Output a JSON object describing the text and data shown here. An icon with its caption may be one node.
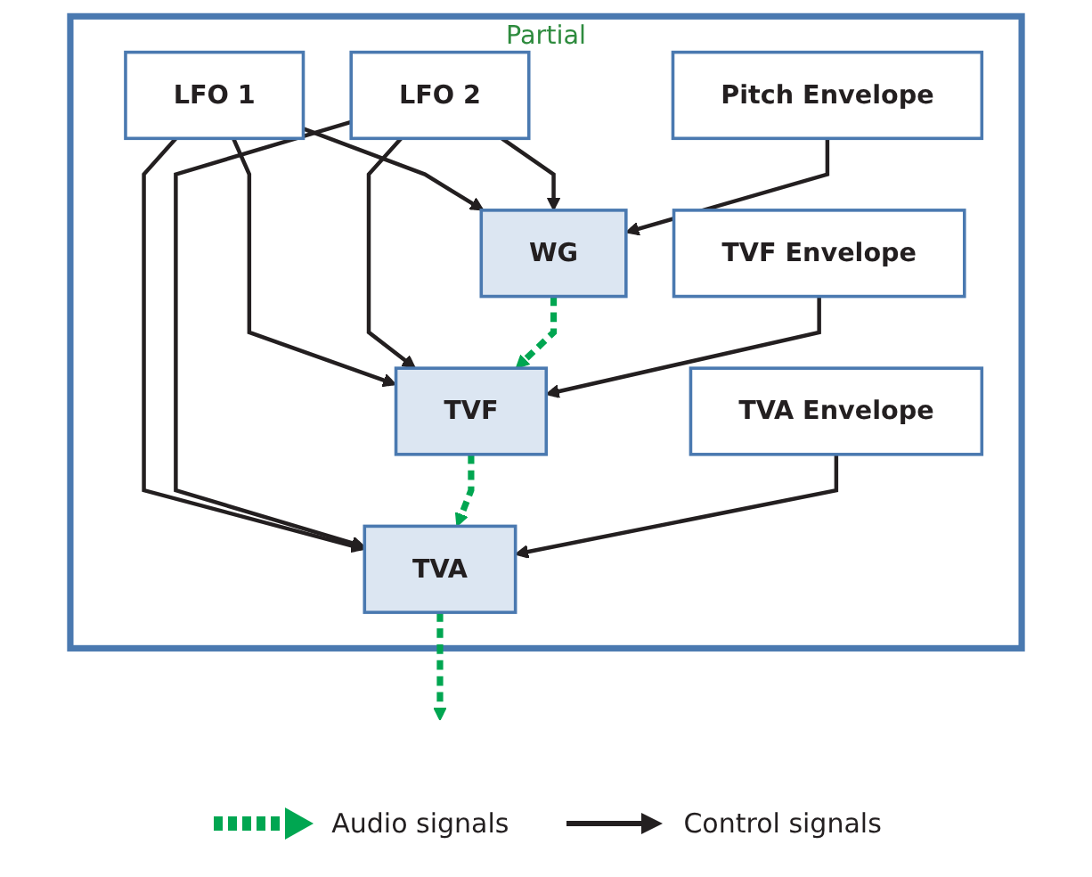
{
  "diagram": {
    "nodes": [
      {
        "text": [
          "Partial"
        ]
      },
      {
        "text": [
          "LFO 1"
        ],
        "in": 0
      },
      {
        "text": [
          "LFO 2"
        ],
        "in": 0
      },
      {
        "text": [
          "WG"
        ],
        "in": 0
      },
      {
        "text": [
          "TVF"
        ],
        "in": 0
      },
      {
        "text": [
          "TVA"
        ],
        "in": 0
      },
      {
        "text": [
          "Pitch Envelope"
        ],
        "in": 0
      },
      {
        "text": [
          "TVF Envelope"
        ],
        "in": 0
      },
      {
        "text": [
          "TVA Envelope"
        ],
        "in": 0
      }
    ],
    "edges": [
      {
        "from": 1,
        "to": 3,
        "arrow": "to"
      },
      {
        "from": 1,
        "to": 4,
        "arrow": "to"
      },
      {
        "from": 1,
        "to": 5,
        "arrow": "to"
      },
      {
        "from": 2,
        "to": 3,
        "arrow": "to"
      },
      {
        "from": 2,
        "to": 4,
        "arrow": "to"
      },
      {
        "from": 2,
        "to": 5,
        "arrow": "to"
      },
      {
        "from": 3,
        "to": 4,
        "arrow": "to",
        "style": "dashed",
        "color": "#00a651"
      },
      {
        "from": 4,
        "to": 5,
        "arrow": "to",
        "style": "dashed",
        "color": "#00a651"
      },
      {
        "from": 5,
        "to": null,
        "arrow": "to",
        "style": "dashed",
        "color": "#00a651"
      },
      {
        "from": 6,
        "to": 3,
        "arrow": "to"
      },
      {
        "from": 7,
        "to": 4,
        "arrow": "to"
      },
      {
        "from": 8,
        "to": 5,
        "arrow": "to"
      }
    ],
    "legend": [
      {
        "text": "Audio signals"
      },
      {
        "text": "Control signals"
      }
    ]
  }
}
